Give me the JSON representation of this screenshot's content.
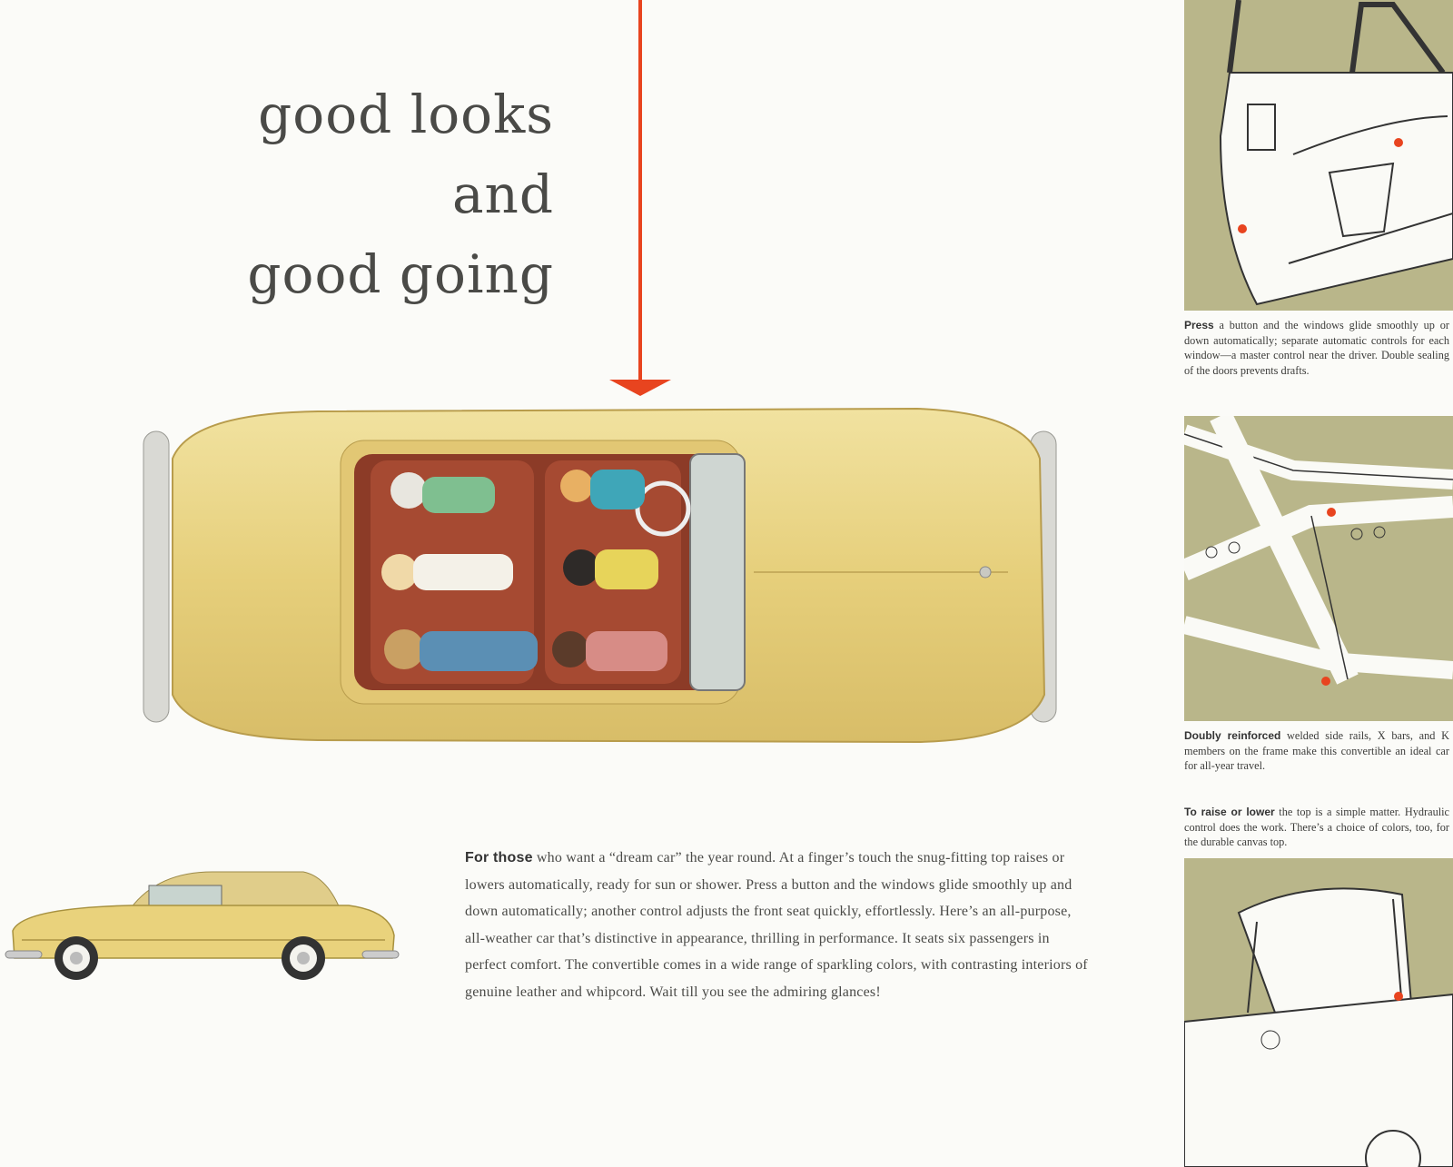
{
  "headline": {
    "lines": [
      "good looks",
      "and",
      "good going"
    ]
  },
  "colors": {
    "accent_red": "#e8441f",
    "panel_olive": "#b9b68a",
    "car_yellow": "#e9d27c",
    "interior_red": "#8c3b27",
    "paper": "#fbfbf8"
  },
  "illustrations": {
    "top_view": "Overhead view of yellow convertible with six passengers",
    "side_view": "Side view of yellow convertible with top raised",
    "panel_1": "Line drawing of open car door with window controls",
    "panel_2": "Line drawing of X-braced frame",
    "panel_3": "Line drawing of convertible top being raised"
  },
  "body_copy": {
    "lead": "For those",
    "text": " who want a “dream car” the year round. At a finger’s touch the snug-fitting top raises or lowers automatically, ready for sun or shower. Press a button and the windows glide smoothly up and down automatically; another control adjusts the front seat quickly, effortlessly. Here’s an all-purpose, all-weather car that’s distinctive in appearance, thrilling in performance. It seats six passengers in perfect comfort. The convertible comes in a wide range of sparkling colors, with contrasting interiors of genuine leather and whipcord. Wait till you see the admiring glances!"
  },
  "captions": [
    {
      "lead": "Press",
      "text": " a button and the windows glide smoothly up or down automatically; separate automatic controls for each window—a master control near the driver. Double sealing of the doors prevents drafts."
    },
    {
      "lead": "Doubly reinforced",
      "text": " welded side rails, X bars, and K members on the frame make this convertible an ideal car for all-year travel."
    },
    {
      "lead": "To raise or lower",
      "text": " the top is a simple matter. Hydraulic control does the work. There’s a choice of colors, too, for the durable canvas top."
    }
  ]
}
